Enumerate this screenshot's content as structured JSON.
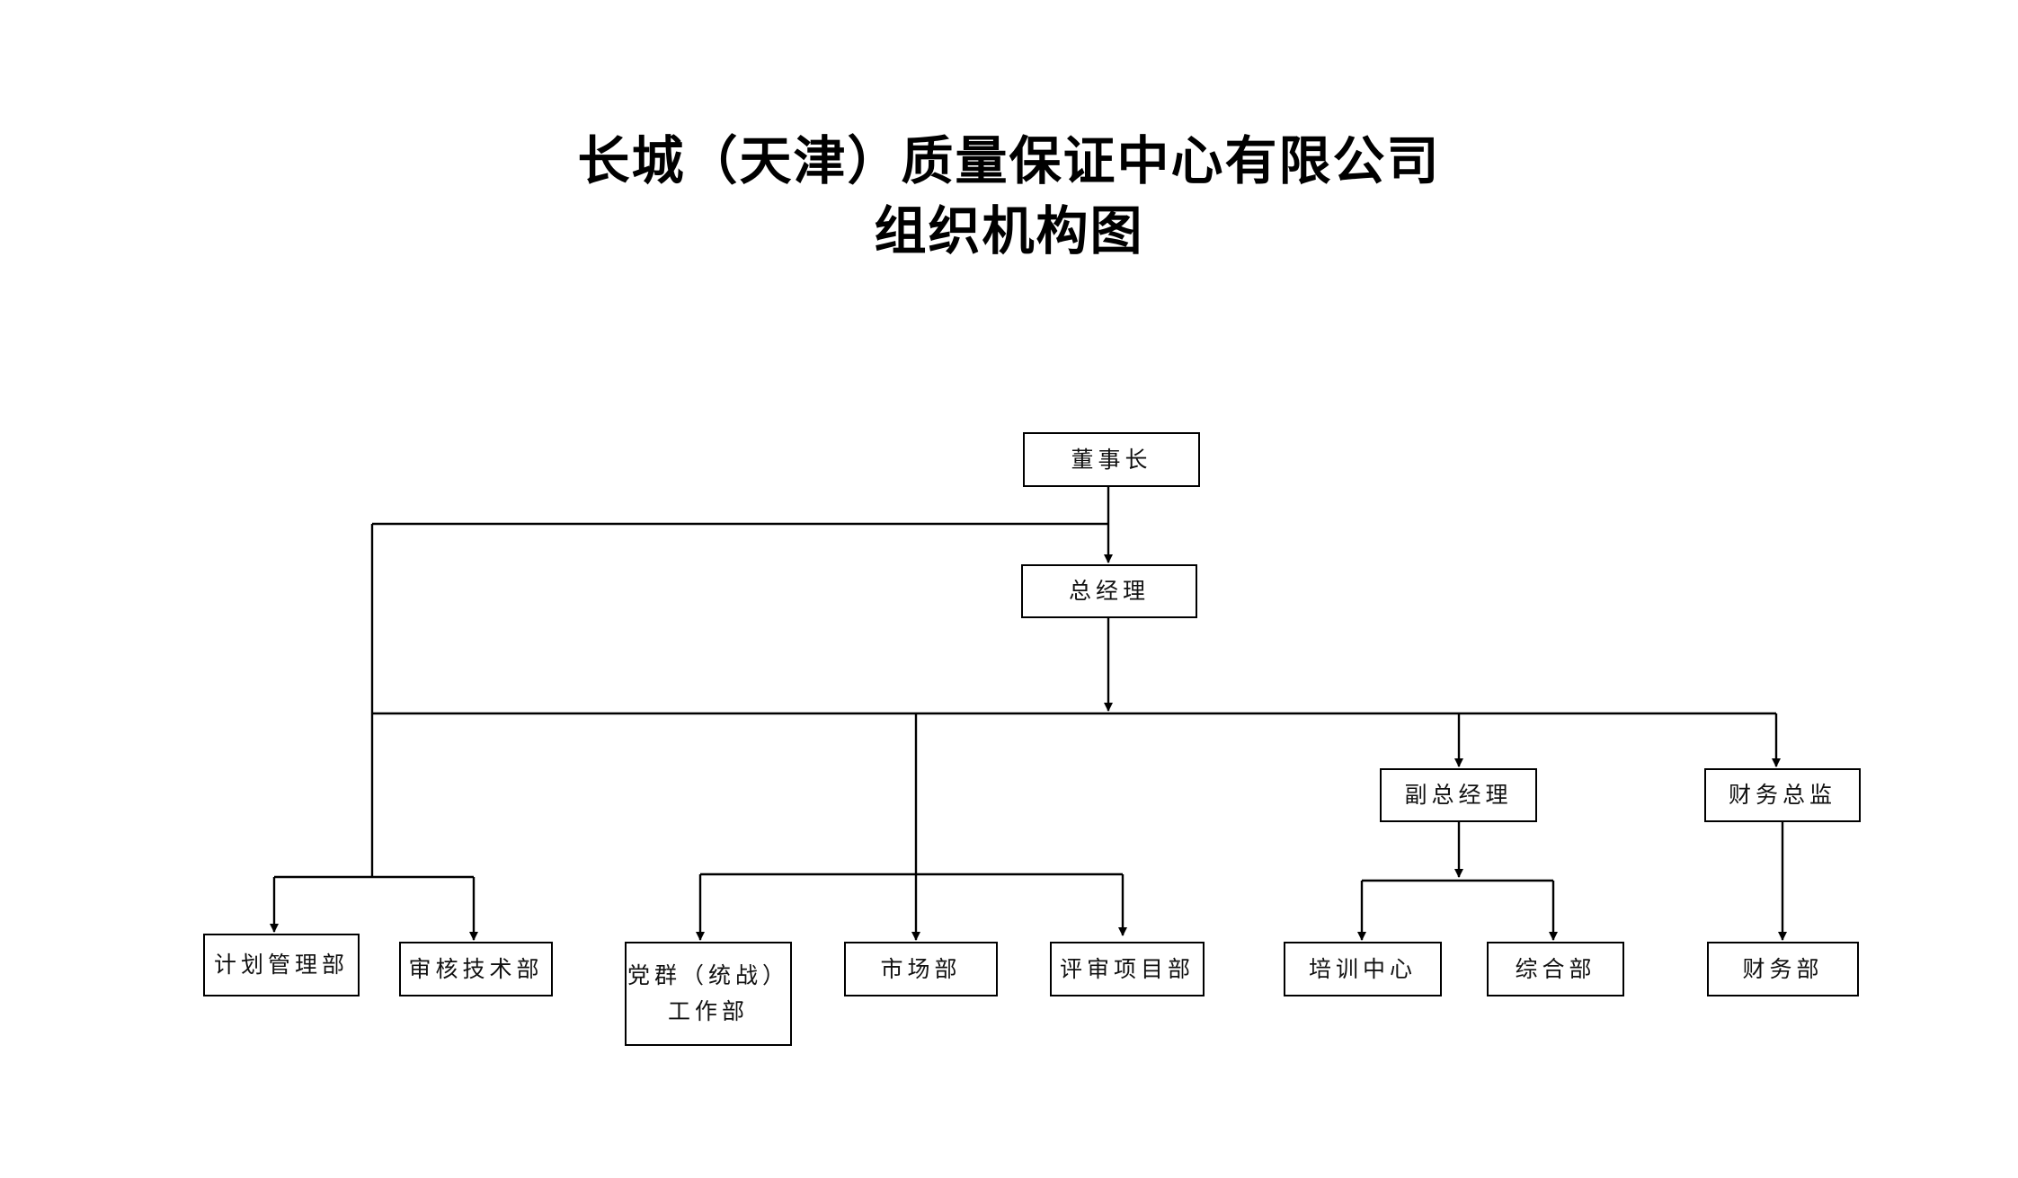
{
  "title": {
    "line1": "长城（天津）质量保证中心有限公司",
    "line2": "组织机构图"
  },
  "nodes": {
    "chairman": "董事长",
    "general_manager": "总经理",
    "deputy_gm": "副总经理",
    "cfo": "财务总监",
    "planning_dept": "计划管理部",
    "audit_tech_dept": "审核技术部",
    "party_dept": "党群（统战）\n工作部",
    "marketing_dept": "市场部",
    "review_project_dept": "评审项目部",
    "training_center": "培训中心",
    "general_affairs_dept": "综合部",
    "finance_dept": "财务部"
  }
}
